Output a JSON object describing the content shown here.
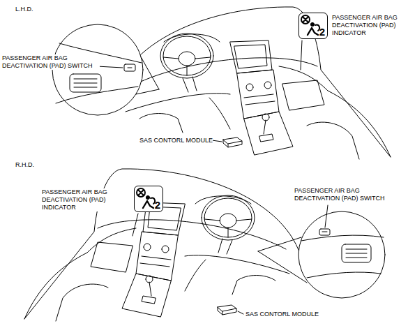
{
  "diagram": {
    "nodes": [
      {
        "text": [
          "2"
        ]
      },
      {
        "text": [
          "2"
        ]
      }
    ],
    "labels": [
      "L.H.D.",
      "PASSENGER AIR BAG DEACTIVATION (PAD) INDICATOR",
      "PASSENGER AIR BAG DEACTIVATION (PAD) SWITCH",
      "SAS CONTORL MODULE",
      "R.H.D.",
      "PASSENGER AIR BAG DEACTIVATION (PAD) INDICATOR",
      "PASSENGER AIR BAG DEACTIVATION (PAD) SWITCH",
      "SAS CONTORL MODULE"
    ]
  }
}
